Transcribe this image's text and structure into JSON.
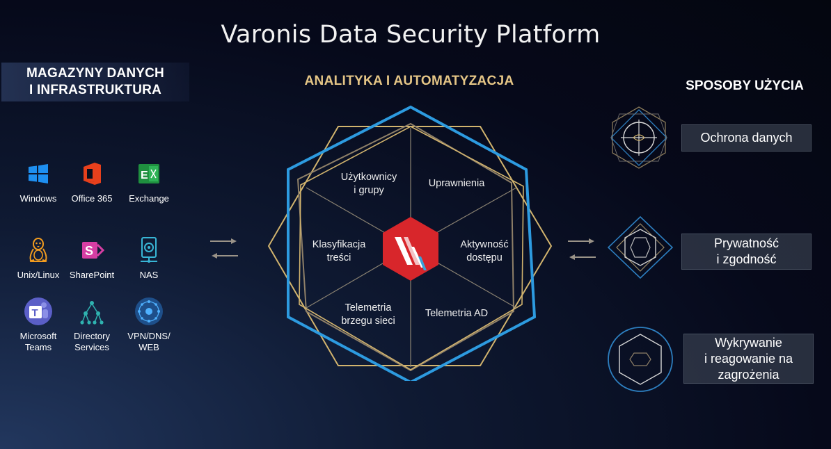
{
  "title": "Varonis Data Security Platform",
  "left_heading": [
    "MAGAZYNY DANYCH",
    "I INFRASTRUKTURA"
  ],
  "middle_heading": "ANALITYKA I AUTOMATYZACJA",
  "right_heading": "SPOSOBY UŻYCIA",
  "sources": [
    {
      "label": [
        "Windows"
      ],
      "icon": "windows-icon"
    },
    {
      "label": [
        "Office 365"
      ],
      "icon": "office365-icon"
    },
    {
      "label": [
        "Exchange"
      ],
      "icon": "exchange-icon"
    },
    {
      "label": [
        "Unix/Linux"
      ],
      "icon": "linux-penguin-icon"
    },
    {
      "label": [
        "SharePoint"
      ],
      "icon": "sharepoint-icon"
    },
    {
      "label": [
        "NAS"
      ],
      "icon": "nas-icon"
    },
    {
      "label": [
        "Microsoft",
        "Teams"
      ],
      "icon": "teams-icon"
    },
    {
      "label": [
        "Directory",
        "Services"
      ],
      "icon": "directory-tree-icon"
    },
    {
      "label": [
        "VPN/DNS/",
        "WEB"
      ],
      "icon": "network-globe-icon"
    }
  ],
  "segments": [
    {
      "label": [
        "Użytkownicy",
        "i grupy"
      ]
    },
    {
      "label": [
        "Uprawnienia"
      ]
    },
    {
      "label": [
        "Aktywność",
        "dostępu"
      ]
    },
    {
      "label": [
        "Telemetria AD"
      ]
    },
    {
      "label": [
        "Telemetria",
        "brzegu sieci"
      ]
    },
    {
      "label": [
        "Klasyfikacja",
        "treści"
      ]
    }
  ],
  "use_cases": [
    {
      "label": [
        "Ochrona danych"
      ],
      "icon": "crosshair-target-icon"
    },
    {
      "label": [
        "Prywatność",
        "i zgodność"
      ],
      "icon": "diamond-shield-icon"
    },
    {
      "label": [
        "Wykrywanie",
        "i reagowanie na",
        "zagrożenia"
      ],
      "icon": "hexagon-radar-icon"
    }
  ],
  "colors": {
    "blue_frame": "#2d9be0",
    "gold_frame": "#d2b46e",
    "logo_red": "#d8262b"
  }
}
